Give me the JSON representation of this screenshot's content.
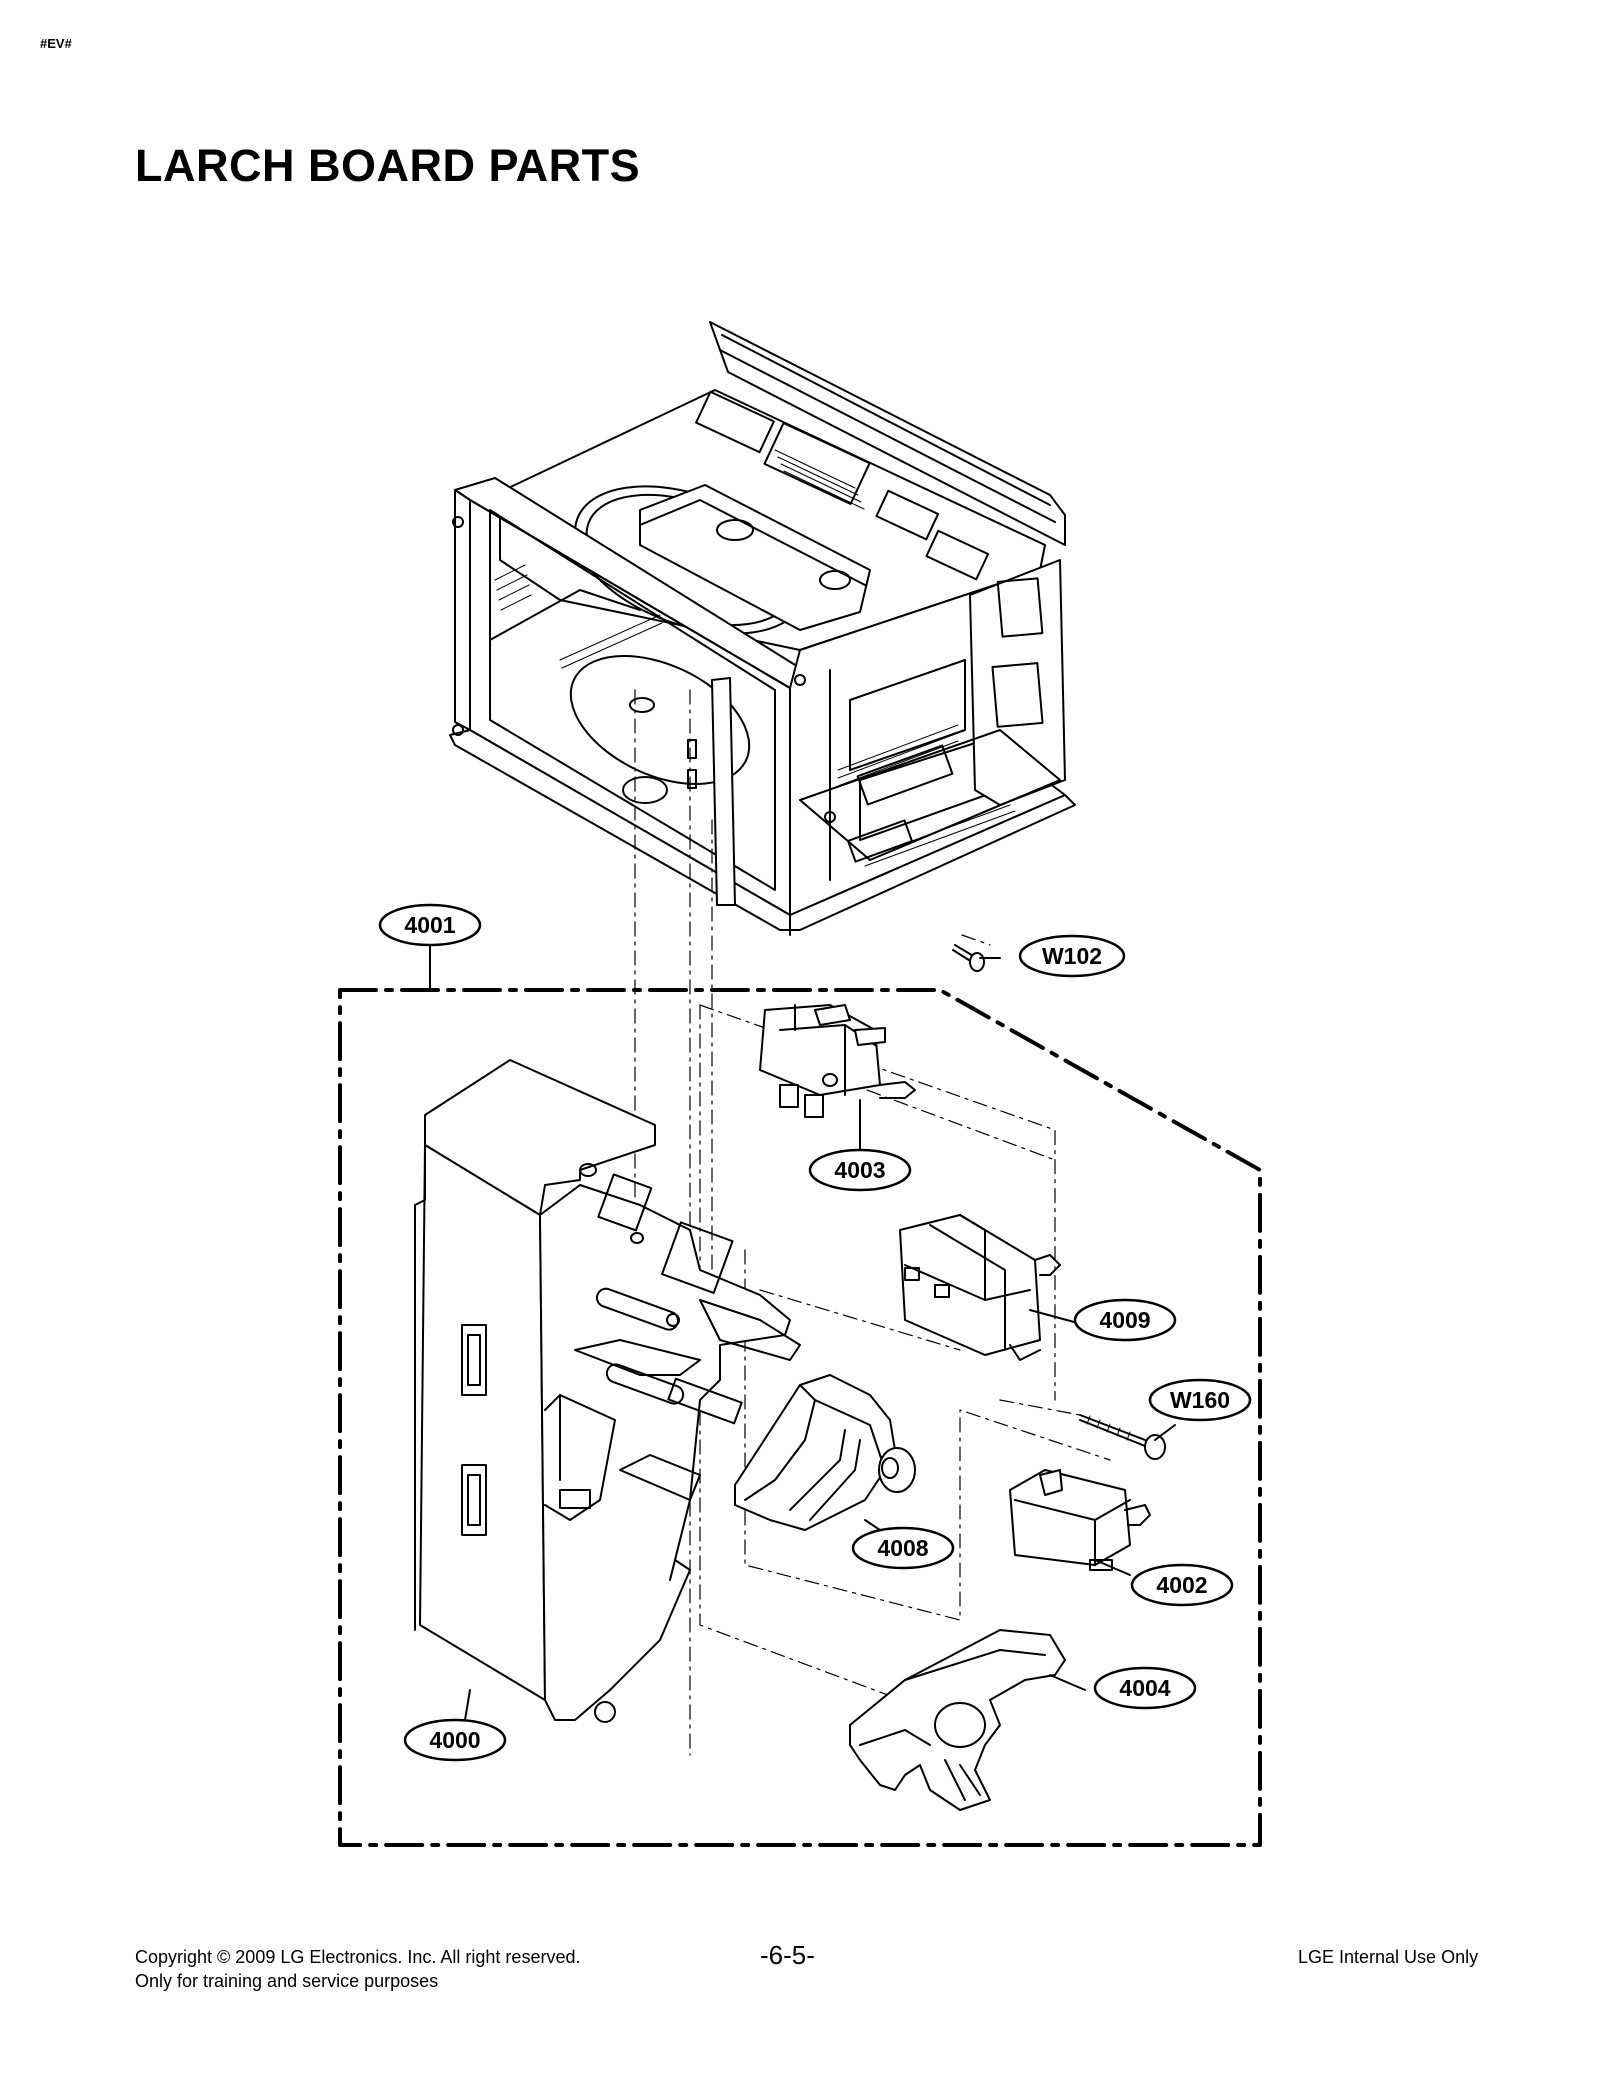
{
  "header": {
    "tag": "#EV#",
    "title": "LARCH BOARD PARTS"
  },
  "callouts": {
    "c4001": "4001",
    "cW102": "W102",
    "c4003": "4003",
    "c4009": "4009",
    "cW160": "W160",
    "c4008": "4008",
    "c4002": "4002",
    "c4004": "4004",
    "c4000": "4000"
  },
  "footer": {
    "copyright_line1": "Copyright © 2009 LG Electronics. Inc. All right reserved.",
    "copyright_line2": "Only for training and service purposes",
    "page_number": "-6-5-",
    "notice": "LGE Internal Use Only"
  }
}
